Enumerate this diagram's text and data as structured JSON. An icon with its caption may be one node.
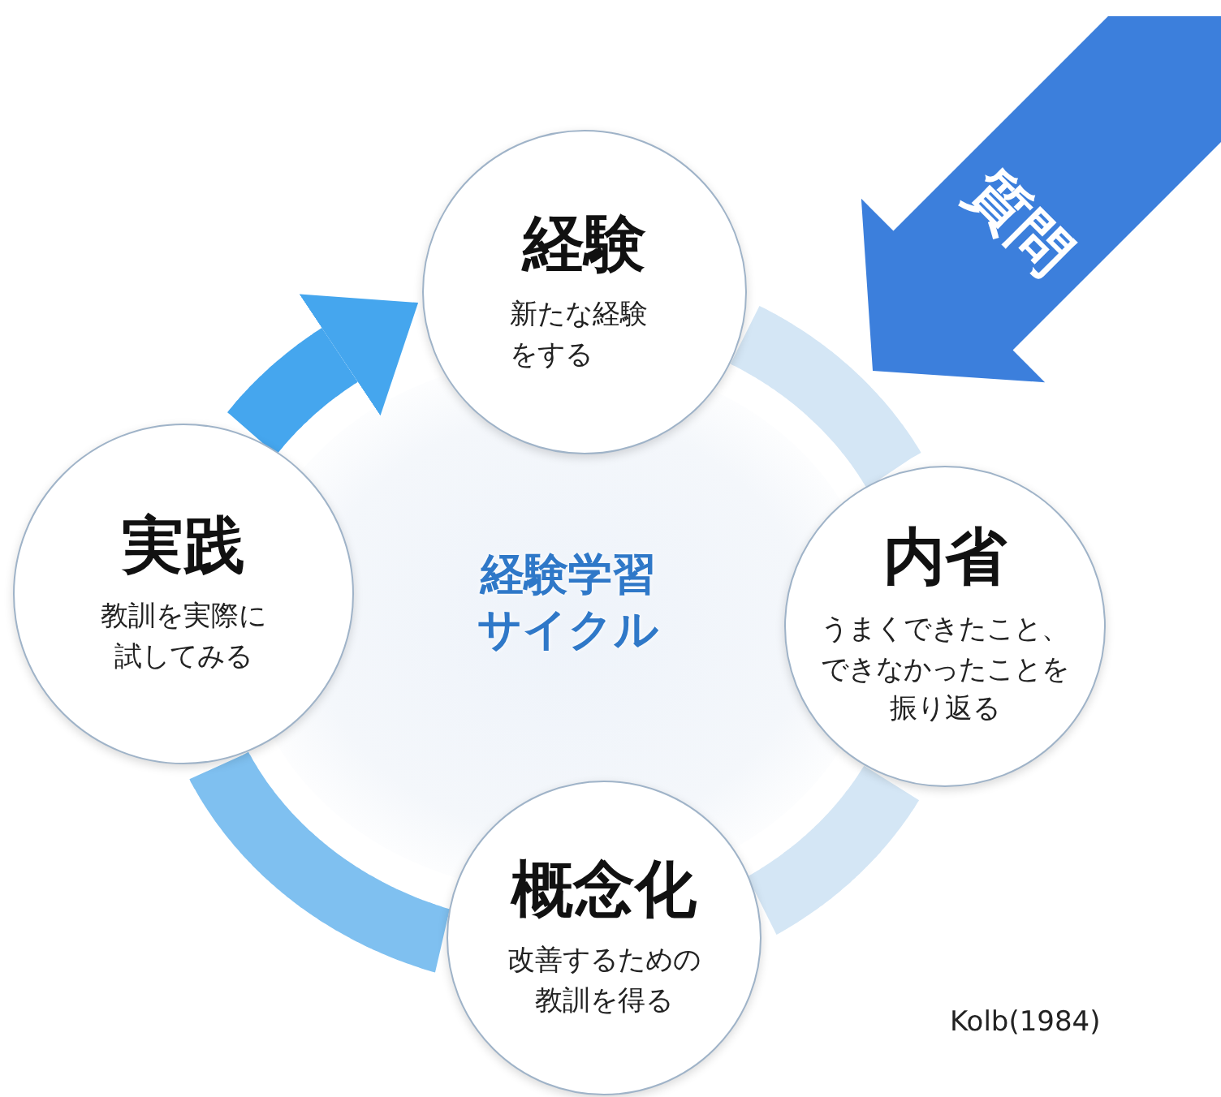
{
  "diagram": {
    "nodes": [
      {
        "text": [
          "経験",
          "新たな経験をする"
        ]
      },
      {
        "text": [
          "内省",
          "うまくできたこと、できなかったことを振り返る"
        ]
      },
      {
        "text": [
          "概念化",
          "改善するための教訓を得る"
        ]
      },
      {
        "text": [
          "実践",
          "教訓を実際に試してみる"
        ]
      },
      {
        "text": [
          "質問"
        ]
      }
    ],
    "edges": [
      {
        "from": 0,
        "to": 1,
        "arrow": "none",
        "color": "#d4e6f5"
      },
      {
        "from": 1,
        "to": 2,
        "arrow": "none",
        "color": "#d4e6f5"
      },
      {
        "from": 2,
        "to": 3,
        "arrow": "none",
        "color": "#7fc0f0"
      },
      {
        "from": 3,
        "to": 0,
        "arrow": "to",
        "color": "#45a6ee"
      }
    ],
    "labels": [
      "経験学習サイクル",
      "Kolb(1984)"
    ]
  }
}
